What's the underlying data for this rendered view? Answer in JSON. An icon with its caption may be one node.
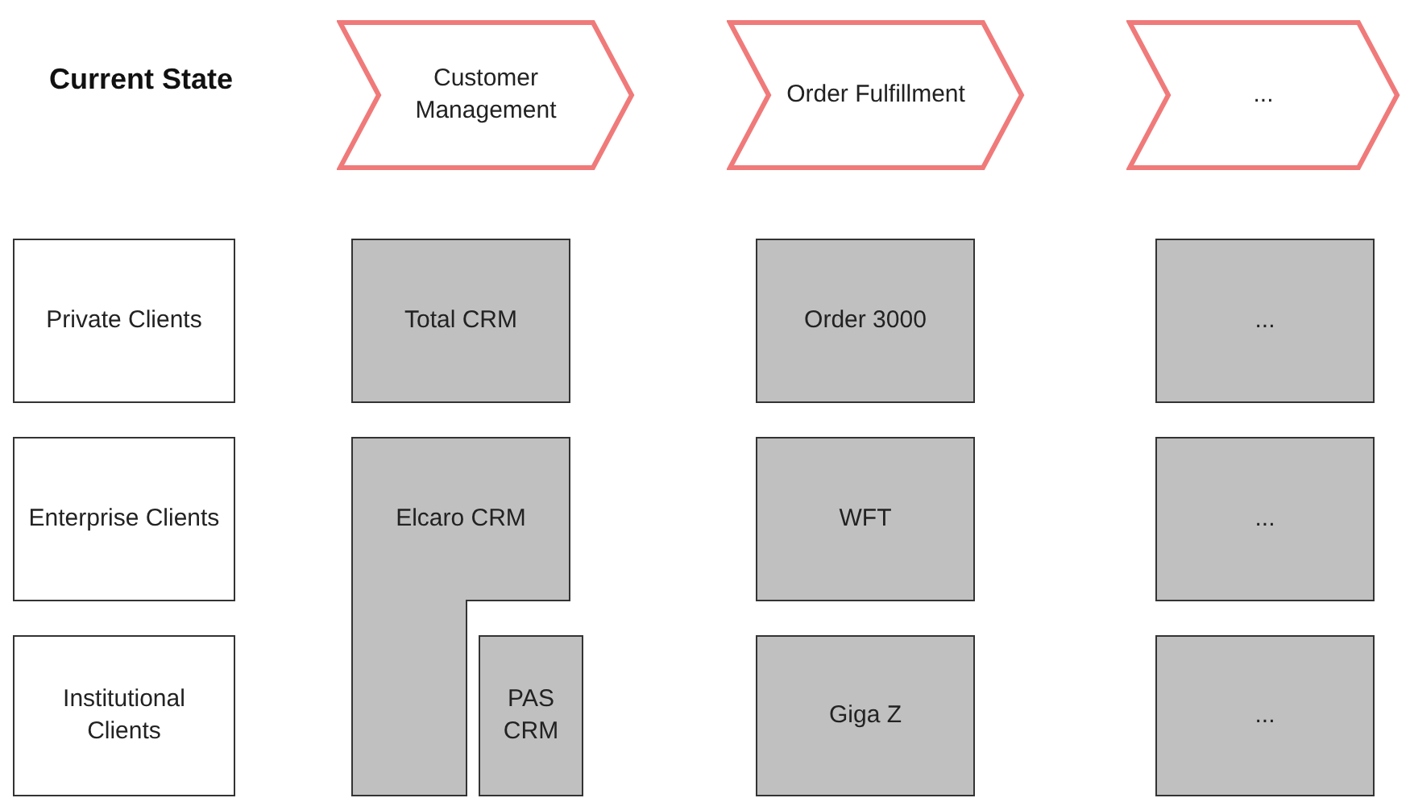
{
  "diagram": {
    "title": "Current State",
    "nodes": [
      {
        "text": [
          "Customer Management"
        ]
      },
      {
        "text": [
          "Order Fulfillment"
        ]
      },
      {
        "text": [
          "..."
        ]
      },
      {
        "text": [
          "Private Clients"
        ]
      },
      {
        "text": [
          "Total CRM"
        ]
      },
      {
        "text": [
          "Order 3000"
        ]
      },
      {
        "text": [
          "..."
        ]
      },
      {
        "text": [
          "Enterprise Clients"
        ]
      },
      {
        "text": [
          "Elcaro CRM"
        ]
      },
      {
        "text": [
          "WFT"
        ]
      },
      {
        "text": [
          "..."
        ]
      },
      {
        "text": [
          "Institutional Clients"
        ]
      },
      {
        "text": [
          "PAS CRM"
        ]
      },
      {
        "text": [
          "Giga Z"
        ]
      },
      {
        "text": [
          "..."
        ]
      }
    ]
  }
}
